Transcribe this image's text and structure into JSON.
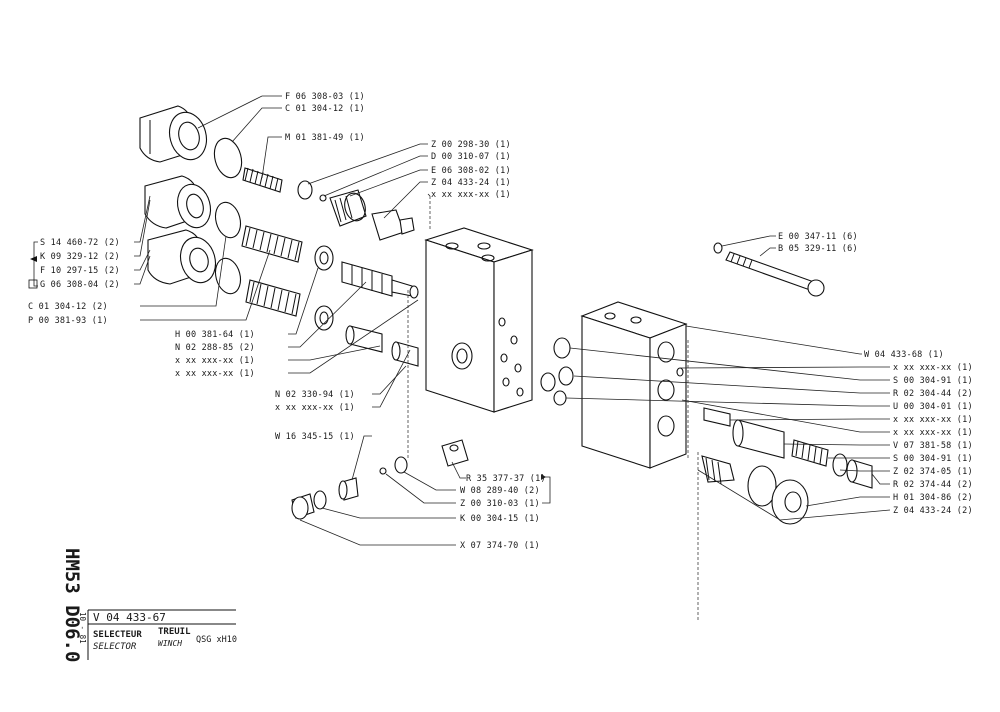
{
  "title_block": {
    "code_vertical": "HM53 D06.0",
    "date_vertical": "10 - 81",
    "ref": "V 04 433-67",
    "fr_name": "SELECTEUR",
    "en_name": "SELECTOR",
    "fr_name2": "TREUIL",
    "en_name2": "WINCH",
    "model": "QSG xH10"
  },
  "labels_left_top": [
    "F 06 308-03 (1)",
    "C 01 304-12 (1)",
    "M 01 381-49 (1)",
    "Z 00 298-30 (1)",
    "D 00 310-07 (1)",
    "E 06 308-02 (1)",
    "Z 04 433-24 (1)",
    "x xx xxx-xx (1)"
  ],
  "labels_left_group": [
    "S 14 460-72 (2)",
    "K 09 329-12 (2)",
    "F 10 297-15 (2)",
    "G 06 308-04 (2)"
  ],
  "labels_left_mid": [
    "C 01 304-12 (2)",
    "P 00 381-93 (1)"
  ],
  "labels_center": [
    "H 00 381-64 (1)",
    "N 02 288-85 (2)",
    "x xx xxx-xx (1)",
    "x xx xxx-xx (1)",
    "N 02 330-94 (1)",
    "x xx xxx-xx (1)",
    "W 16 345-15 (1)"
  ],
  "labels_bottom": [
    "R 35 377-37 (1)",
    "W 08 289-40 (2)",
    "Z 00 310-03 (1)",
    "K 00 304-15 (1)",
    "X 07 374-70 (1)"
  ],
  "labels_right_top": [
    "E 00 347-11 (6)",
    "B 05 329-11 (6)"
  ],
  "labels_right": [
    "W 04 433-68 (1)",
    "x xx xxx-xx (1)",
    "S 00 304-91 (1)",
    "R 02 304-44 (2)",
    "U 00 304-01 (1)",
    "x xx xxx-xx (1)",
    "x xx xxx-xx (1)",
    "V 07 381-58 (1)",
    "S 00 304-91 (1)",
    "Z 02 374-05 (1)",
    "R 02 374-44 (2)",
    "H 01 304-86 (2)",
    "Z 04 433-24 (2)"
  ]
}
